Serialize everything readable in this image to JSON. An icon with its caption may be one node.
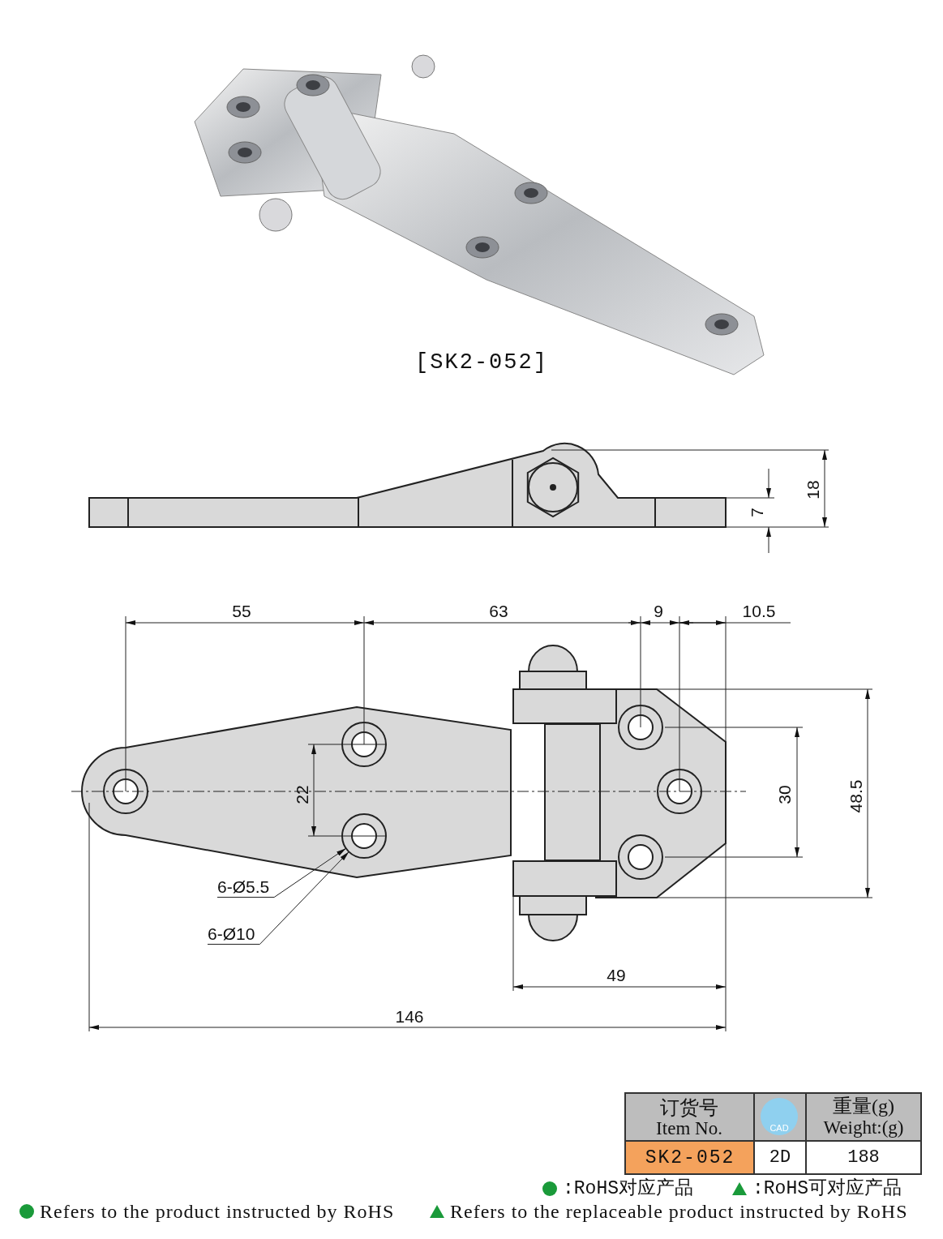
{
  "diagram": {
    "nodes": [
      {
        "text": [
          "6-Ø5.5"
        ]
      },
      {
        "text": [
          "6-Ø10"
        ]
      },
      {
        "text": [],
        "shape": "circle"
      }
    ],
    "edges": [
      {
        "from": 0,
        "to": 2,
        "arrow": "to"
      },
      {
        "from": 1,
        "to": 2,
        "arrow": "to"
      }
    ],
    "labels": [
      "[SK2-052]",
      "18",
      "7",
      "55",
      "63",
      "9",
      "10.5",
      "22",
      "30",
      "48.5",
      "49",
      "146",
      "订货号",
      "Item No.",
      "CAD",
      "重量(g)",
      "Weight:(g)",
      "SK2-052",
      "2D",
      "188"
    ],
    "legend": [
      {
        "text": ":RoHS对应产品",
        "color": "#1a9a3a"
      },
      {
        "text": ":RoHS可对应产品",
        "color": "#1a9a3a"
      },
      {
        "text": "Refers to the product instructed by RoHS",
        "color": "#1a9a3a"
      },
      {
        "text": "Refers to the replaceable product instructed by RoHS",
        "color": "#1a9a3a"
      }
    ]
  }
}
